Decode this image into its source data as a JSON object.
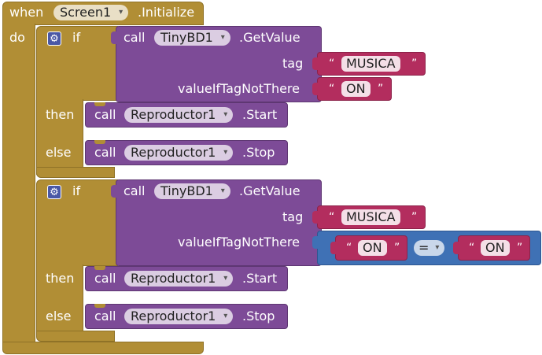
{
  "event": {
    "when": "when",
    "component": "Screen1",
    "event_name": ".Initialize",
    "do": "do"
  },
  "if1": {
    "if": "if",
    "then": "then",
    "else": "else",
    "call": "call",
    "db": "TinyBD1",
    "method": ".GetValue",
    "tag_label": "tag",
    "tag_value": "MUSICA",
    "default_label": "valueIfTagNotThere",
    "default_value": "ON",
    "then_call": "call",
    "then_comp": "Reproductor1",
    "then_method": ".Start",
    "else_call": "call",
    "else_comp": "Reproductor1",
    "else_method": ".Stop"
  },
  "if2": {
    "if": "if",
    "then": "then",
    "else": "else",
    "call": "call",
    "db": "TinyBD1",
    "method": ".GetValue",
    "tag_label": "tag",
    "tag_value": "MUSICA",
    "default_label": "valueIfTagNotThere",
    "compare_left": "ON",
    "compare_op": "=",
    "compare_right": "ON",
    "then_call": "call",
    "then_comp": "Reproductor1",
    "then_method": ".Start",
    "else_call": "call",
    "else_comp": "Reproductor1",
    "else_method": ".Stop"
  },
  "quote_open": "“",
  "quote_close": "”",
  "dropdown_arrow": "▾",
  "colors": {
    "control": "#b18e35",
    "procedure": "#7d4b97",
    "text": "#b32d5e",
    "logic": "#3f71b5"
  }
}
